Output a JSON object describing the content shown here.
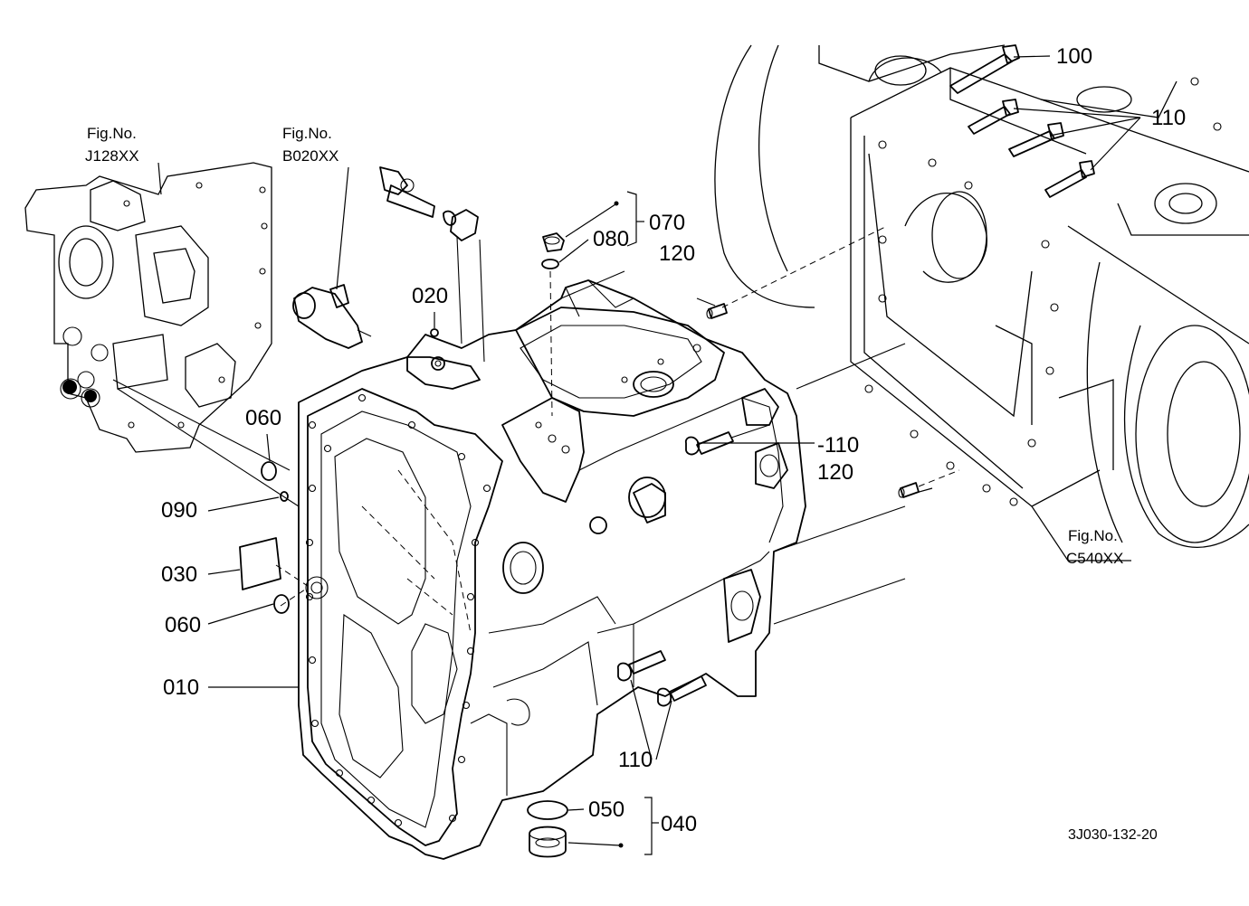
{
  "diagram_code": "3J030-132-20",
  "references": [
    {
      "id": "ref-j128",
      "line1": "Fig.No.",
      "line2": "J128XX"
    },
    {
      "id": "ref-b020",
      "line1": "Fig.No.",
      "line2": "B020XX"
    },
    {
      "id": "ref-c540",
      "line1": "Fig.No.",
      "line2": "C540XX"
    }
  ],
  "labels": {
    "p010": "010",
    "p020": "020",
    "p030": "030",
    "p040": "040",
    "p050": "050",
    "p060a": "060",
    "p060b": "060",
    "p070": "070",
    "p080": "080",
    "p090": "090",
    "p100": "100",
    "p110a": "110",
    "p110b": "-110",
    "p110c": "110",
    "p120a": "120",
    "p120b": "120"
  }
}
